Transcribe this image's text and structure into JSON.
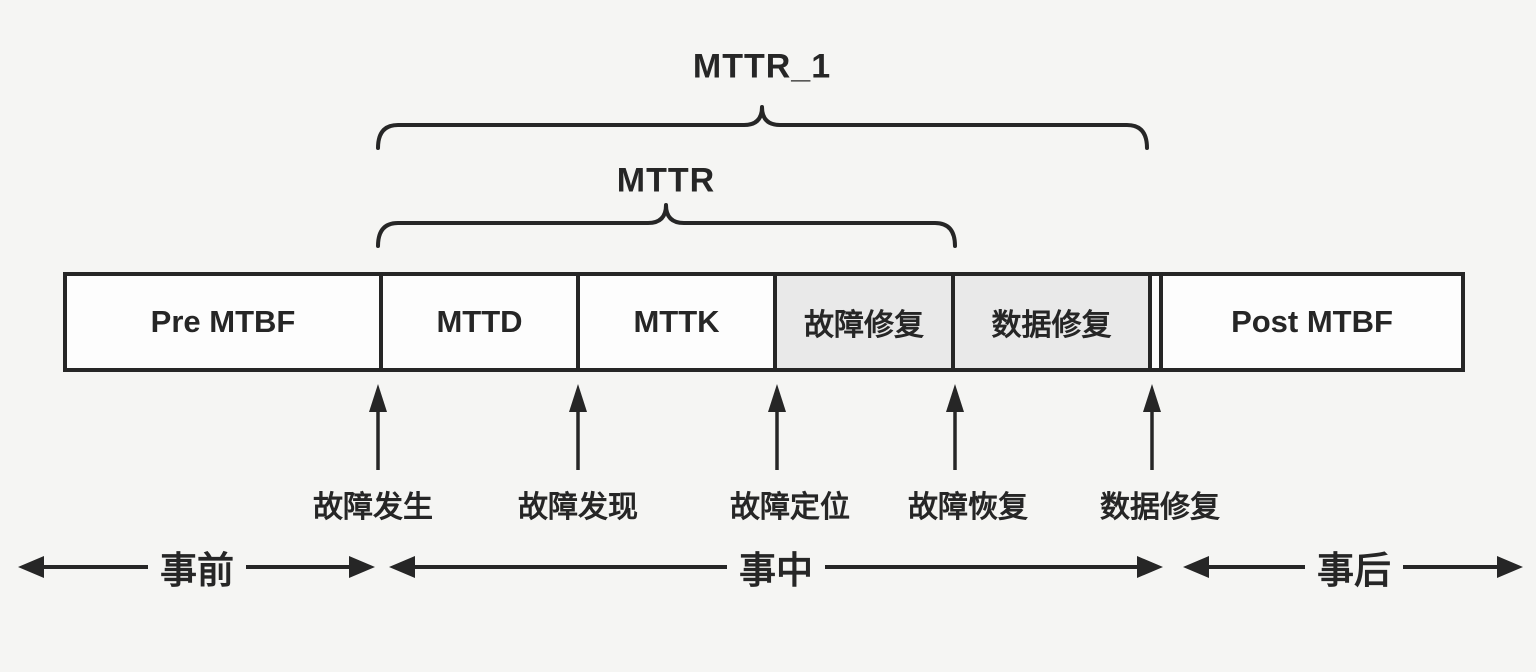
{
  "braces": {
    "mttr1_label": "MTTR_1",
    "mttr_label": "MTTR"
  },
  "timeline_bar": {
    "segments": [
      {
        "label": "Pre MTBF",
        "shaded": false
      },
      {
        "label": "MTTD",
        "shaded": false
      },
      {
        "label": "MTTK",
        "shaded": false
      },
      {
        "label": "故障修复",
        "shaded": true
      },
      {
        "label": "数据修复",
        "shaded": true
      },
      {
        "label": "Post MTBF",
        "shaded": false
      }
    ]
  },
  "event_markers": [
    {
      "label": "故障发生"
    },
    {
      "label": "故障发现"
    },
    {
      "label": "故障定位"
    },
    {
      "label": "故障恢复"
    },
    {
      "label": "数据修复"
    }
  ],
  "phase_arrows": [
    {
      "label": "事前"
    },
    {
      "label": "事中"
    },
    {
      "label": "事后"
    }
  ],
  "colors": {
    "line": "#262626",
    "text": "#262626",
    "shaded_cell": "#e9e9e9",
    "cell_background": "#fdfdfd",
    "page_background": "#f5f5f3"
  }
}
